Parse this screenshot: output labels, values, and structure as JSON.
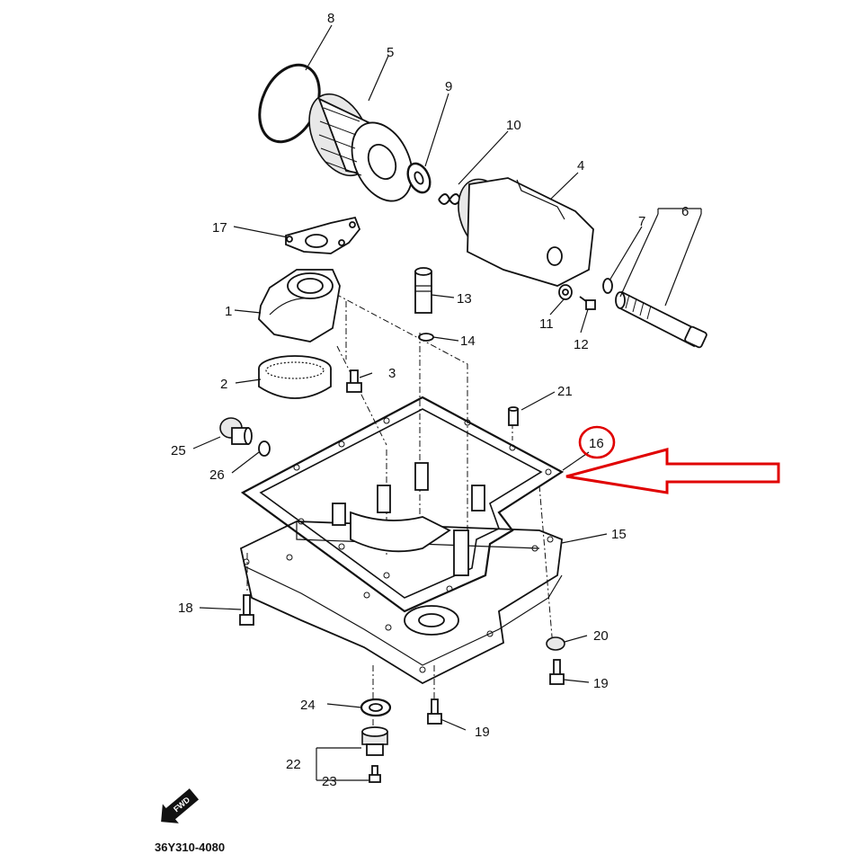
{
  "callouts": {
    "c1": "1",
    "c2": "2",
    "c3": "3",
    "c4": "4",
    "c5": "5",
    "c6": "6",
    "c7": "7",
    "c8": "8",
    "c9": "9",
    "c10": "10",
    "c11": "11",
    "c12": "12",
    "c13": "13",
    "c14": "14",
    "c15": "15",
    "c16": "16",
    "c17": "17",
    "c18": "18",
    "c19a": "19",
    "c19b": "19",
    "c20": "20",
    "c21": "21",
    "c22": "22",
    "c23": "23",
    "c24": "24",
    "c25": "25",
    "c26": "26"
  },
  "forward_badge": "FWD",
  "diagram_code": "36Y310-4080",
  "colors": {
    "ink": "#111111",
    "highlight": "#e00000",
    "background": "#ffffff"
  }
}
